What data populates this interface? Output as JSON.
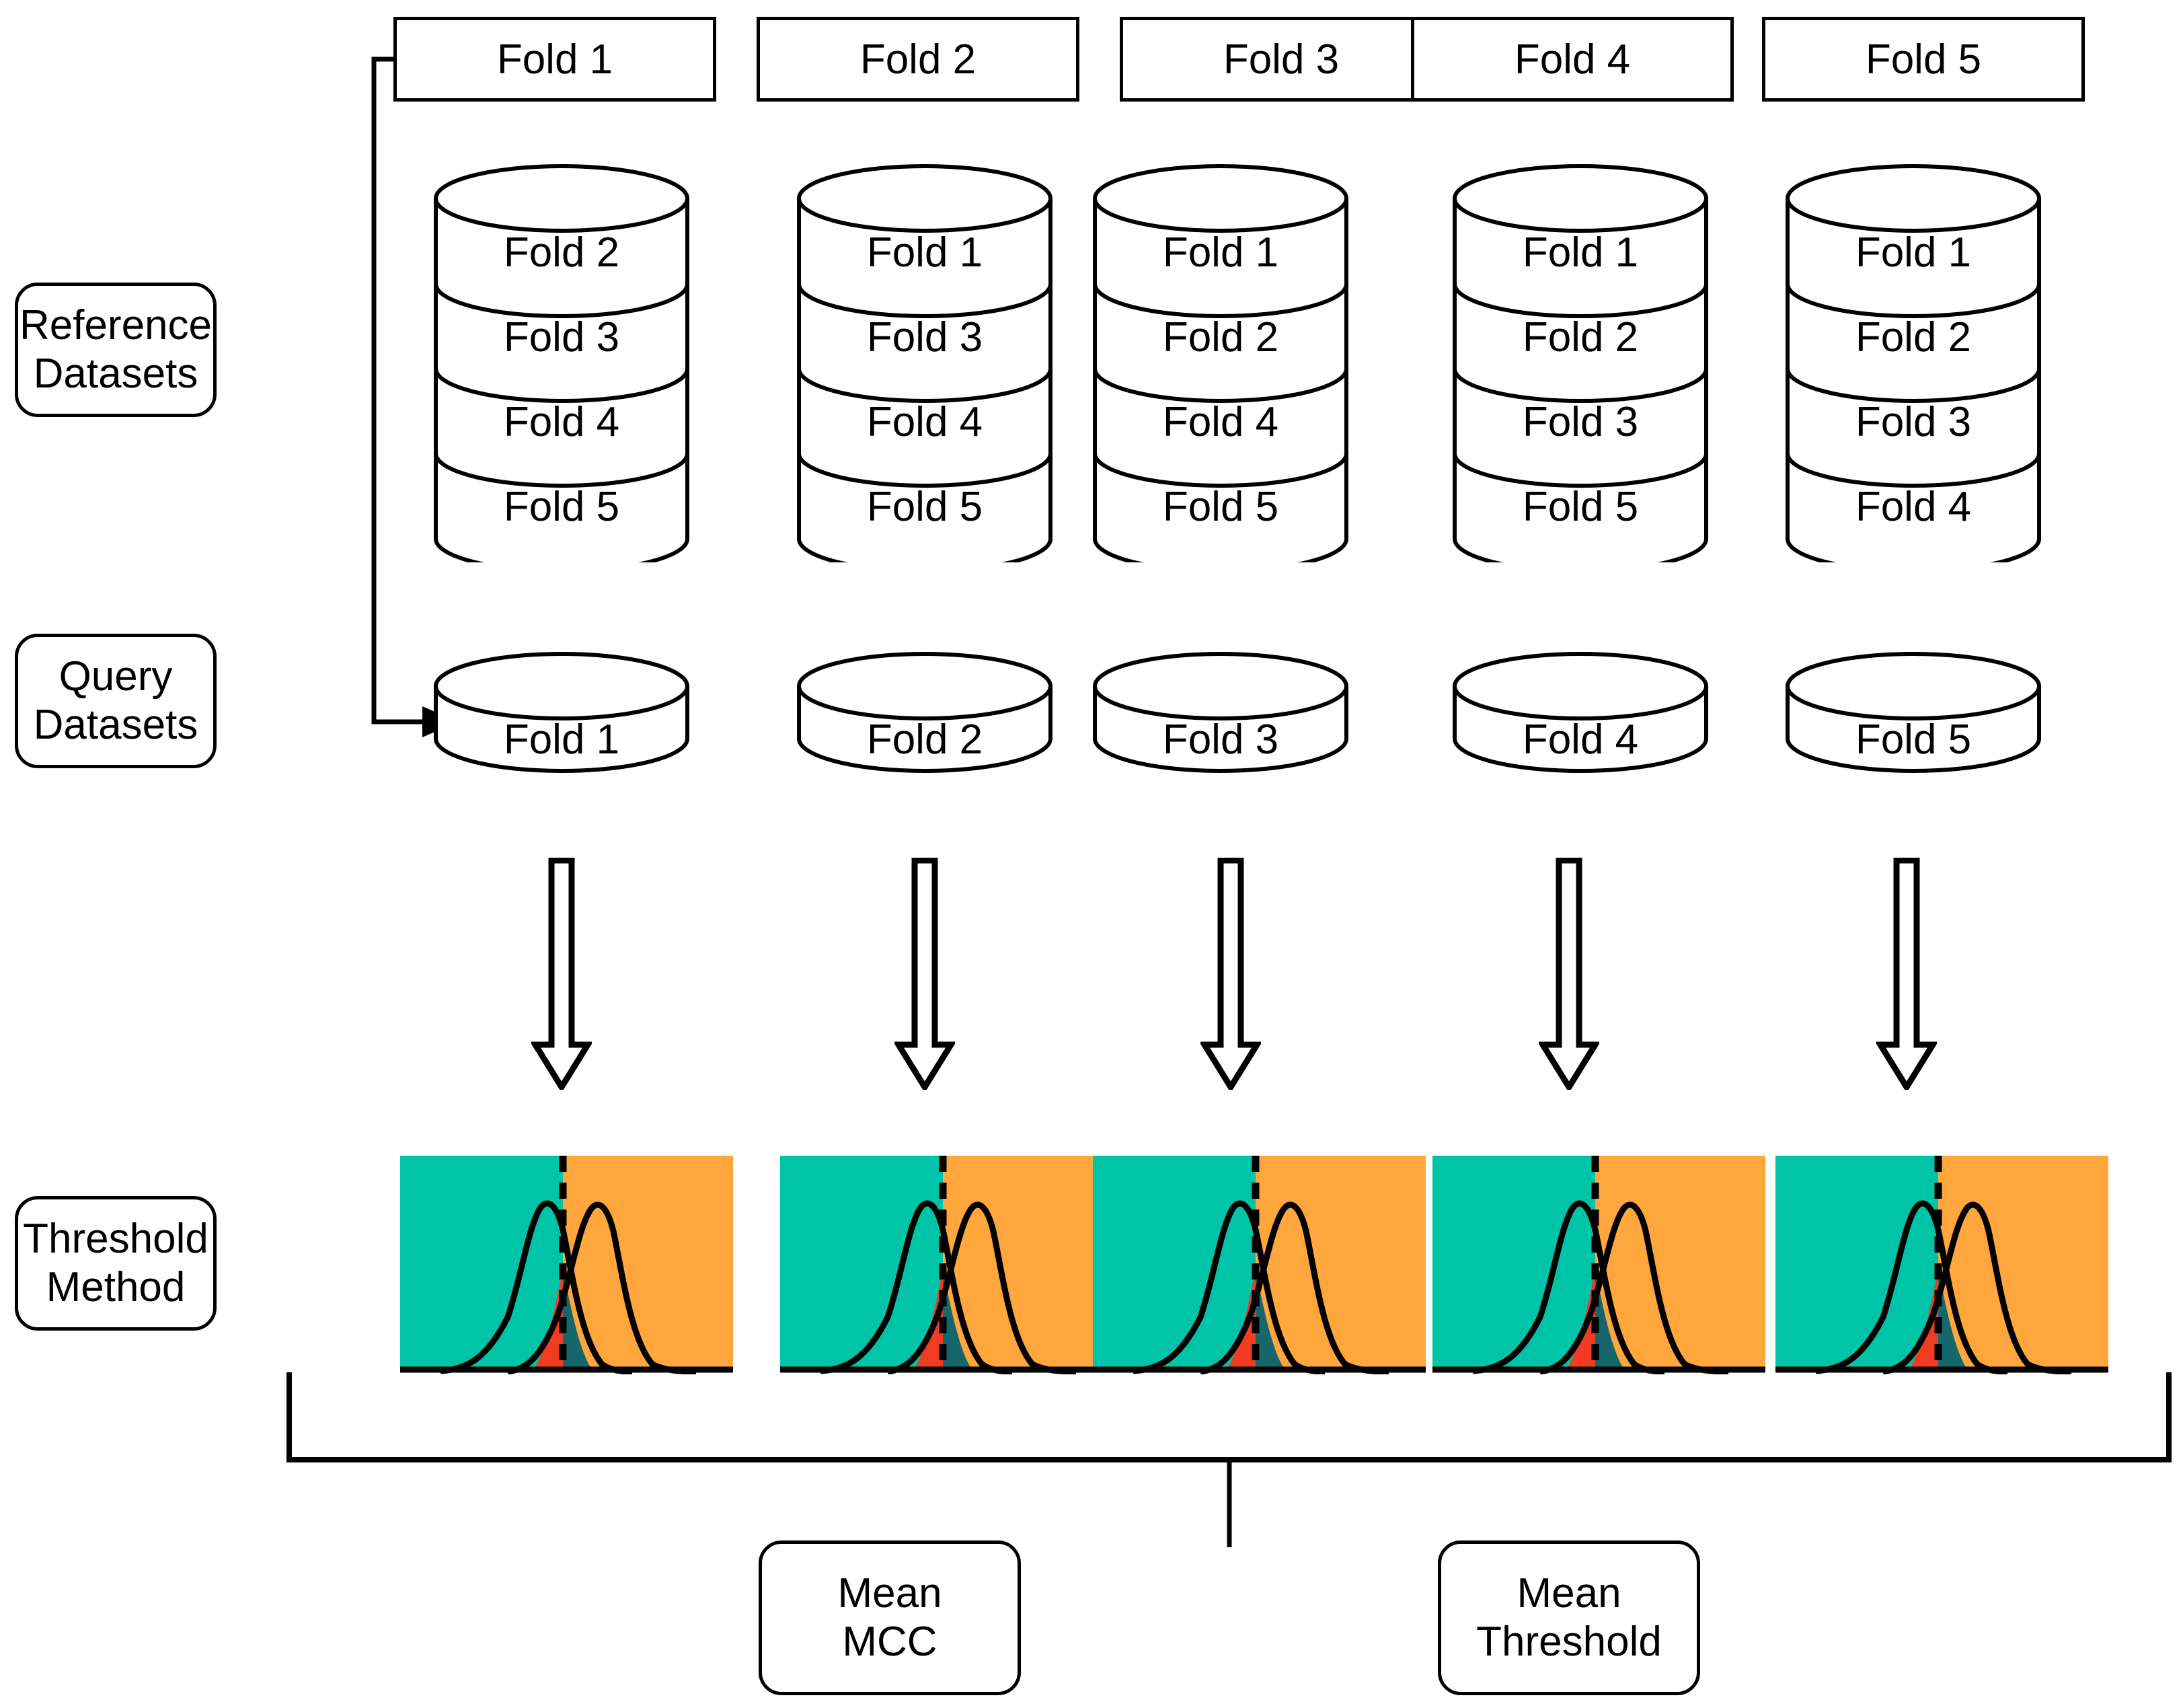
{
  "diagram": {
    "title": "Five-fold cross-validation threshold method workflow",
    "row_labels": {
      "reference": "Reference\nDatasets",
      "reference_line1": "Reference",
      "reference_line2": "Datasets",
      "query": "Query\nDatasets",
      "query_line1": "Query",
      "query_line2": "Datasets",
      "threshold": "Threshold\nMethod",
      "threshold_line1": "Threshold",
      "threshold_line2": "Method"
    },
    "columns": [
      {
        "header": "Fold 1",
        "reference_folds": [
          "Fold 2",
          "Fold 3",
          "Fold 4",
          "Fold 5"
        ],
        "query_fold": "Fold 1"
      },
      {
        "header": "Fold 2",
        "reference_folds": [
          "Fold  1",
          "Fold 3",
          "Fold 4",
          "Fold 5"
        ],
        "query_fold": "Fold 2"
      },
      {
        "header": "Fold 3",
        "reference_folds": [
          "Fold 1",
          "Fold 2",
          "Fold 4",
          "Fold 5"
        ],
        "query_fold": "Fold 3"
      },
      {
        "header": "Fold 4",
        "reference_folds": [
          "Fold 1",
          "Fold 2",
          "Fold 3",
          "Fold 5"
        ],
        "query_fold": "Fold 4"
      },
      {
        "header": "Fold 5",
        "reference_folds": [
          "Fold 1",
          "Fold 2",
          "Fold 3",
          "Fold 4"
        ],
        "query_fold": "Fold 5"
      }
    ],
    "outputs": {
      "mean_mcc_line1": "Mean",
      "mean_mcc_line2": "MCC",
      "mean_threshold_line1": "Mean",
      "mean_threshold_line2": "Threshold"
    },
    "colors": {
      "negative_region": "#00C4A7",
      "positive_region": "#FFA63D",
      "false_positive": "#F03C20",
      "false_negative": "#15676B",
      "stroke": "#000000",
      "background": "#FFFFFF"
    },
    "threshold_plot": {
      "description": "Two overlapping normal distributions separated by a dashed vertical threshold line",
      "left_background_label": "predicted negative",
      "right_background_label": "predicted positive",
      "dashed_line_label": "threshold",
      "red_area_label": "false positives",
      "dark_teal_area_label": "false negatives"
    }
  },
  "chart_data": {
    "type": "line",
    "title": "Threshold Method score distributions",
    "xlabel": "",
    "ylabel": "",
    "xlim": [
      0,
      100
    ],
    "ylim": [
      0,
      1
    ],
    "grid": false,
    "legend": "none",
    "series": [
      {
        "name": "negative class distribution",
        "distribution": "normal",
        "mean": 38,
        "sigma": 8.5,
        "peak": 0.92
      },
      {
        "name": "positive class distribution",
        "distribution": "normal",
        "mean": 58,
        "sigma": 8.5,
        "peak": 0.92
      }
    ],
    "annotations": [
      {
        "name": "threshold",
        "type": "vline",
        "x": 48,
        "style": "dashed"
      }
    ],
    "shaded_regions": [
      {
        "name": "false-positive",
        "color": "#F03C20",
        "x_from": 40,
        "x_to": 48
      },
      {
        "name": "false-negative",
        "color": "#15676B",
        "x_from": 48,
        "x_to": 57
      }
    ],
    "repeats": 5
  }
}
